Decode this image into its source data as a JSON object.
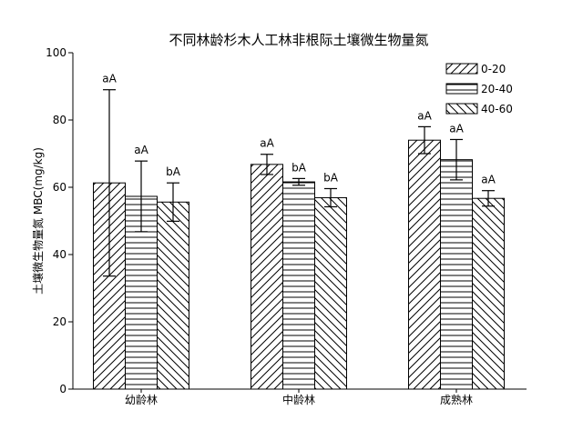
{
  "chart_data": {
    "type": "bar",
    "title": "不同林龄杉木人工林非根际土壤微生物量氮",
    "xlabel": "",
    "ylabel": "土壤微生物量氮 MBC(mg/kg)",
    "ylim": [
      0,
      100
    ],
    "yticks": [
      0,
      20,
      40,
      60,
      80,
      100
    ],
    "categories": [
      "幼龄林",
      "中龄林",
      "成熟林"
    ],
    "legend_position": "top-right",
    "grid": false,
    "series": [
      {
        "name": "0-20",
        "pattern": "diagonal-forward",
        "values": [
          61.3,
          66.8,
          74.0
        ],
        "errors": [
          27.7,
          3.0,
          4.0
        ],
        "labels": [
          "aA",
          "aA",
          "aA"
        ]
      },
      {
        "name": "20-40",
        "pattern": "horizontal",
        "values": [
          57.3,
          61.6,
          68.2
        ],
        "errors": [
          10.5,
          1.0,
          6.0
        ],
        "labels": [
          "aA",
          "bA",
          "aA"
        ]
      },
      {
        "name": "40-60",
        "pattern": "diagonal-back",
        "values": [
          55.6,
          56.9,
          56.7
        ],
        "errors": [
          5.7,
          2.7,
          2.3
        ],
        "labels": [
          "bA",
          "bA",
          "aA"
        ]
      }
    ]
  }
}
